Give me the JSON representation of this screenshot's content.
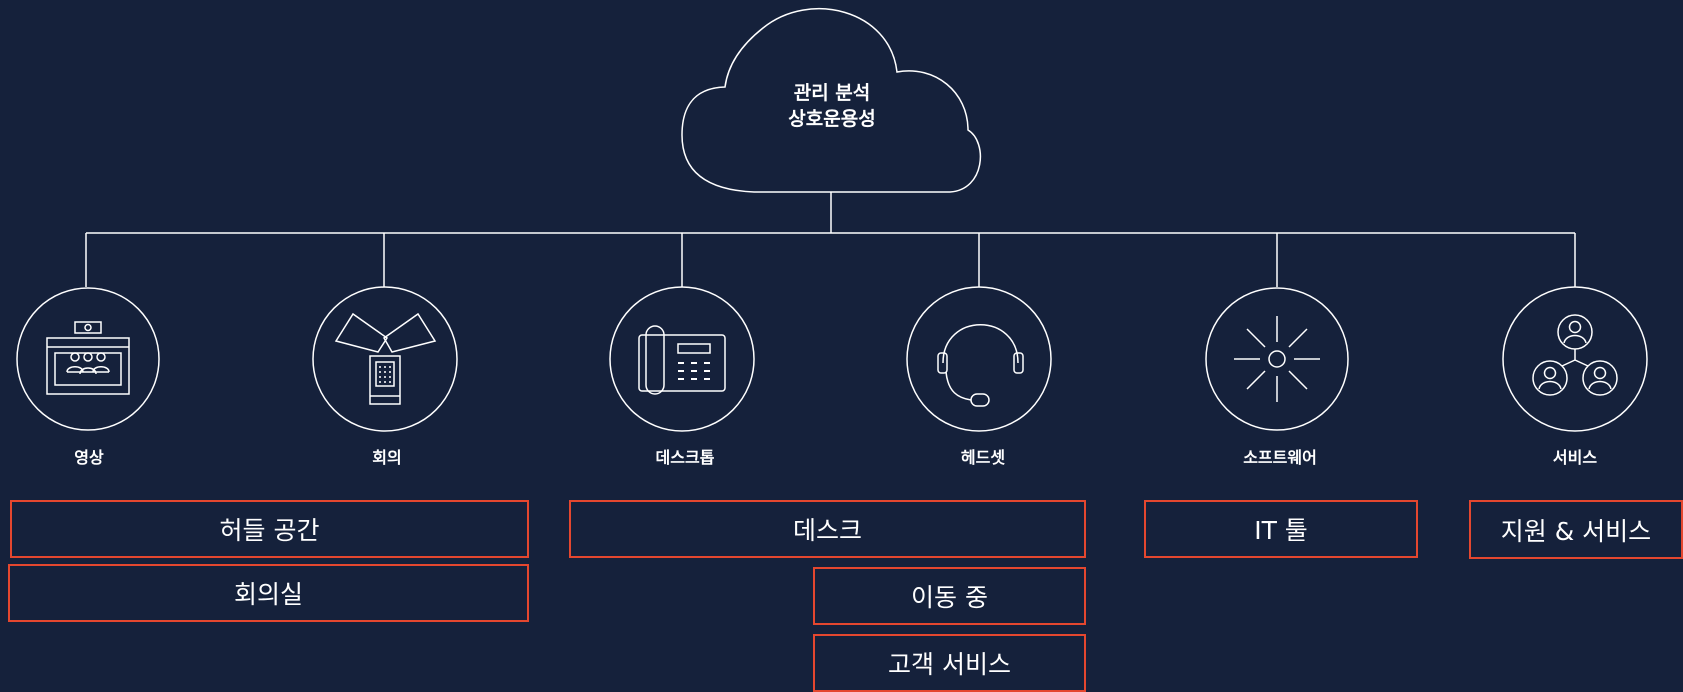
{
  "cloud": {
    "line1": "관리 분석",
    "line2": "상호운용성"
  },
  "nodes": [
    {
      "label": "영상",
      "icon": "video-icon"
    },
    {
      "label": "회의",
      "icon": "conference-phone-icon"
    },
    {
      "label": "데스크톱",
      "icon": "desk-phone-icon"
    },
    {
      "label": "헤드셋",
      "icon": "headset-icon"
    },
    {
      "label": "소프트웨어",
      "icon": "software-burst-icon"
    },
    {
      "label": "서비스",
      "icon": "service-people-icon"
    }
  ],
  "categories": {
    "huddle": "허들 공간",
    "meeting_room": "회의실",
    "desk": "데스크",
    "mobile": "이동 중",
    "customer_service": "고객 서비스",
    "it_tools": "IT 툴",
    "support": "지원 & 서비스"
  },
  "colors": {
    "background": "#15213b",
    "line": "#ffffff",
    "box_border": "#e4472f"
  }
}
